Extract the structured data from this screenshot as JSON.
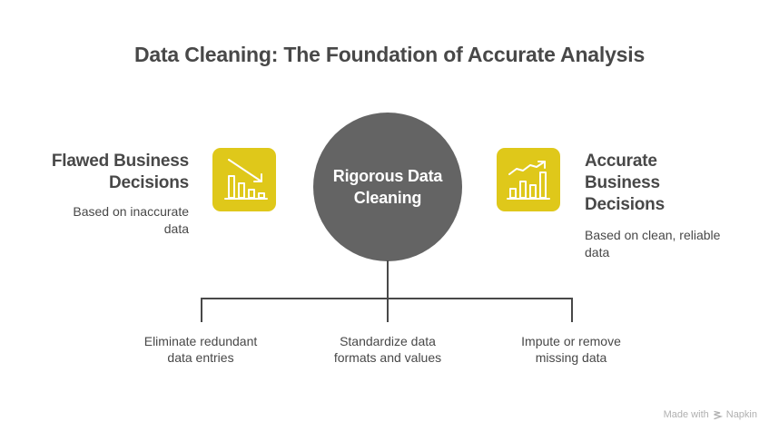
{
  "title": "Data Cleaning: The Foundation of Accurate Analysis",
  "colors": {
    "accent": "#dfc81a",
    "circle": "#646464",
    "text": "#484848",
    "connector": "#484848",
    "footer": "#b0b0b0"
  },
  "left": {
    "title_line1": "Flawed Business",
    "title_line2": "Decisions",
    "subtitle_line1": "Based on inaccurate",
    "subtitle_line2": "data",
    "icon": "declining-bar-chart-icon"
  },
  "center": {
    "line1": "Rigorous Data",
    "line2": "Cleaning"
  },
  "right": {
    "title_line1": "Accurate",
    "title_line2": "Business",
    "title_line3": "Decisions",
    "subtitle_line1": "Based on clean, reliable",
    "subtitle_line2": "data",
    "icon": "rising-bar-chart-icon"
  },
  "branches": [
    {
      "line1": "Eliminate redundant",
      "line2": "data entries"
    },
    {
      "line1": "Standardize data",
      "line2": "formats and values"
    },
    {
      "line1": "Impute or remove",
      "line2": "missing data"
    }
  ],
  "footer": {
    "made_with": "Made with",
    "brand": "Napkin"
  }
}
